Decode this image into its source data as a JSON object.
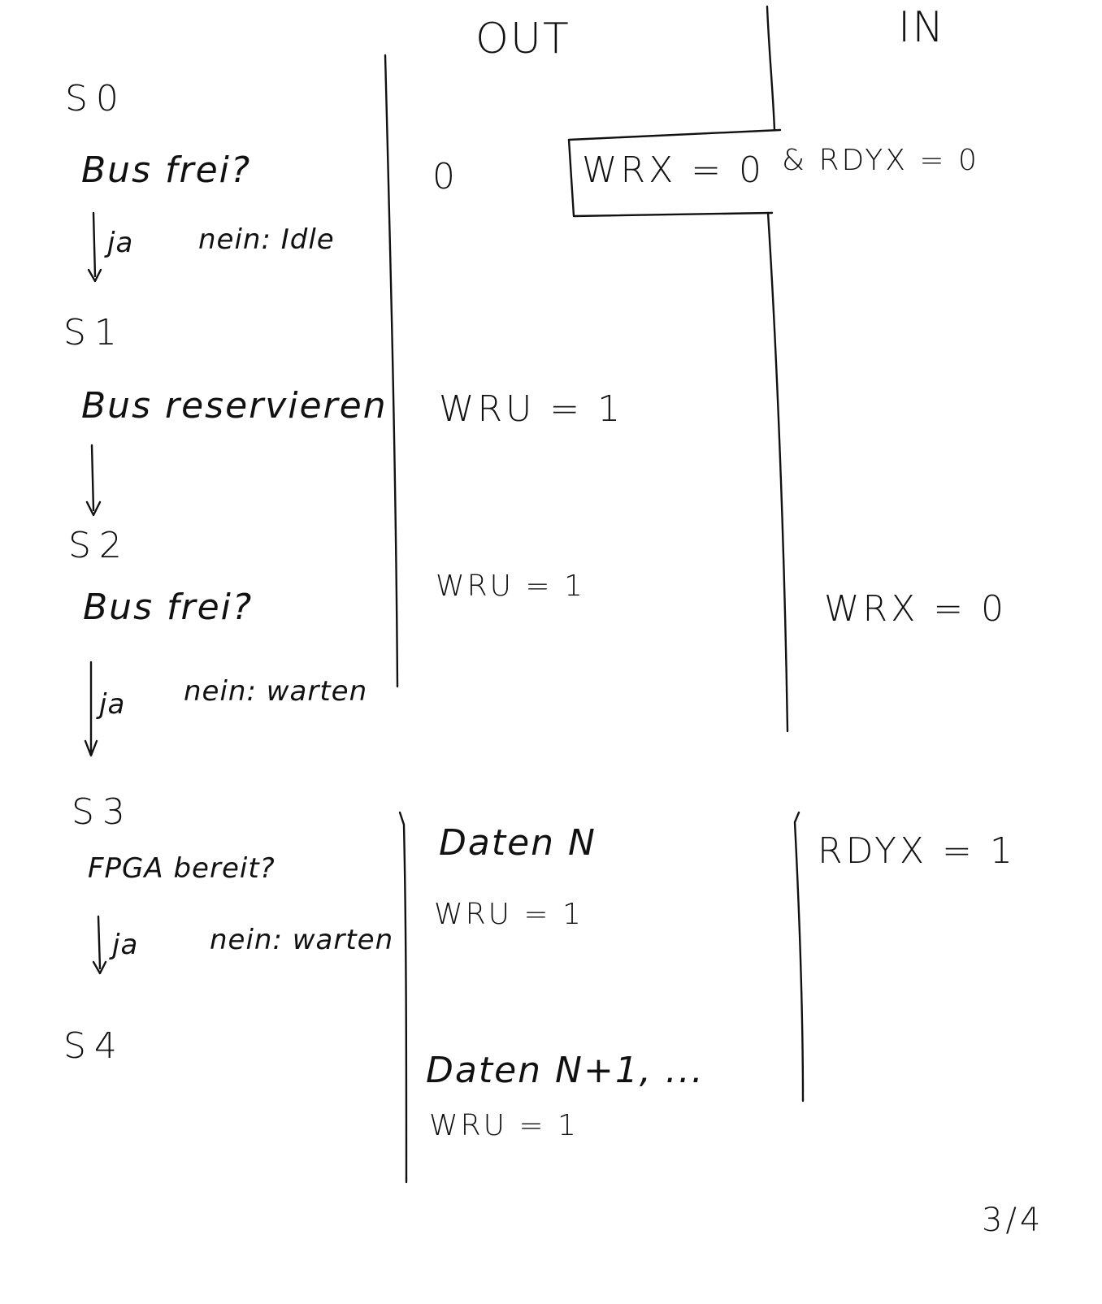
{
  "columns": {
    "out": "OUT",
    "in": "IN"
  },
  "states": [
    {
      "id": "S0",
      "condition": "Bus frei?",
      "branch_yes": "ja",
      "branch_no": "nein: Idle",
      "out": [
        "0"
      ],
      "in": [
        "WRX = 0",
        "& RDYX = 0"
      ]
    },
    {
      "id": "S1",
      "condition": "Bus reservieren",
      "out": [
        "WRU = 1"
      ]
    },
    {
      "id": "S2",
      "condition": "Bus frei?",
      "branch_yes": "ja",
      "branch_no": "nein: warten",
      "out": [
        "WRU = 1"
      ],
      "in": [
        "WRX = 0"
      ]
    },
    {
      "id": "S3",
      "condition": "FPGA bereit?",
      "branch_yes": "ja",
      "branch_no": "nein: warten",
      "out": [
        "Daten N",
        "WRU = 1"
      ],
      "in": [
        "RDYX = 1"
      ]
    },
    {
      "id": "S4",
      "out": [
        "Daten N+1, ...",
        "WRU = 1"
      ]
    }
  ],
  "page_number": "3/4"
}
